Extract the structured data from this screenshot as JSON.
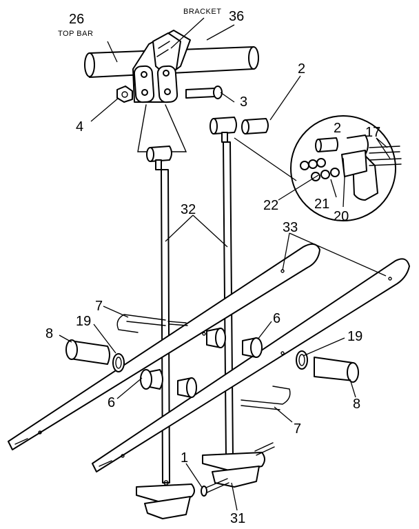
{
  "labels": {
    "top_bar_word": "TOP BAR",
    "bracket_word": "BRACKET",
    "n26": "26",
    "n36": "36",
    "n2a": "2",
    "n2b": "2",
    "n3": "3",
    "n4": "4",
    "n17": "17",
    "n22": "22",
    "n21": "21",
    "n20": "20",
    "n32": "32",
    "n33": "33",
    "n7a": "7",
    "n7b": "7",
    "n6a": "6",
    "n6b": "6",
    "n8a": "8",
    "n8b": "8",
    "n19a": "19",
    "n19b": "19",
    "n1": "1",
    "n31": "31"
  }
}
